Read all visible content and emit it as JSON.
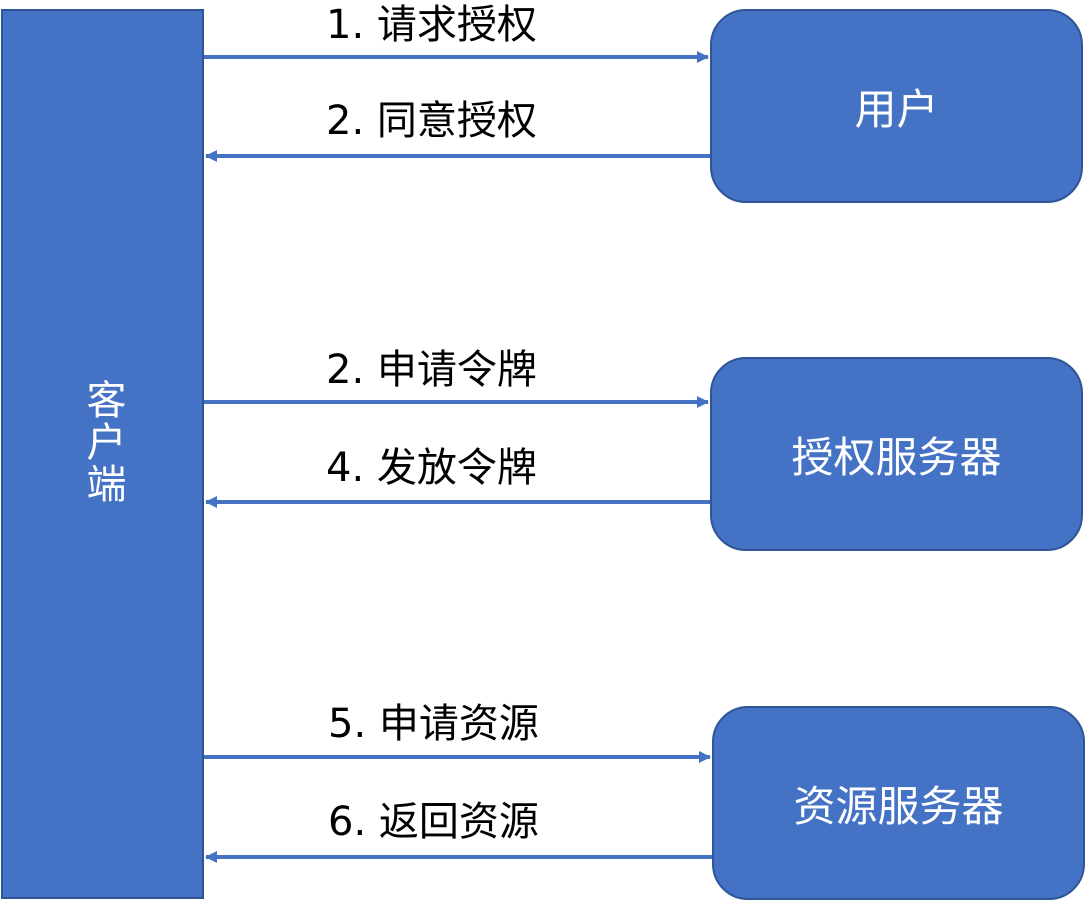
{
  "client": {
    "label": "客户端"
  },
  "servers": {
    "user": "用户",
    "auth": "授权服务器",
    "resource": "资源服务器"
  },
  "arrows": {
    "a1": "1. 请求授权",
    "a2": "2. 同意授权",
    "a3": "2. 申请令牌",
    "a4": "4. 发放令牌",
    "a5": "5. 申请资源",
    "a6": "6. 返回资源"
  },
  "colors": {
    "box_fill": "#4472c4",
    "box_border": "#2f5597",
    "arrow": "#4472c4",
    "box_text": "#ffffff",
    "label_text": "#000000"
  }
}
